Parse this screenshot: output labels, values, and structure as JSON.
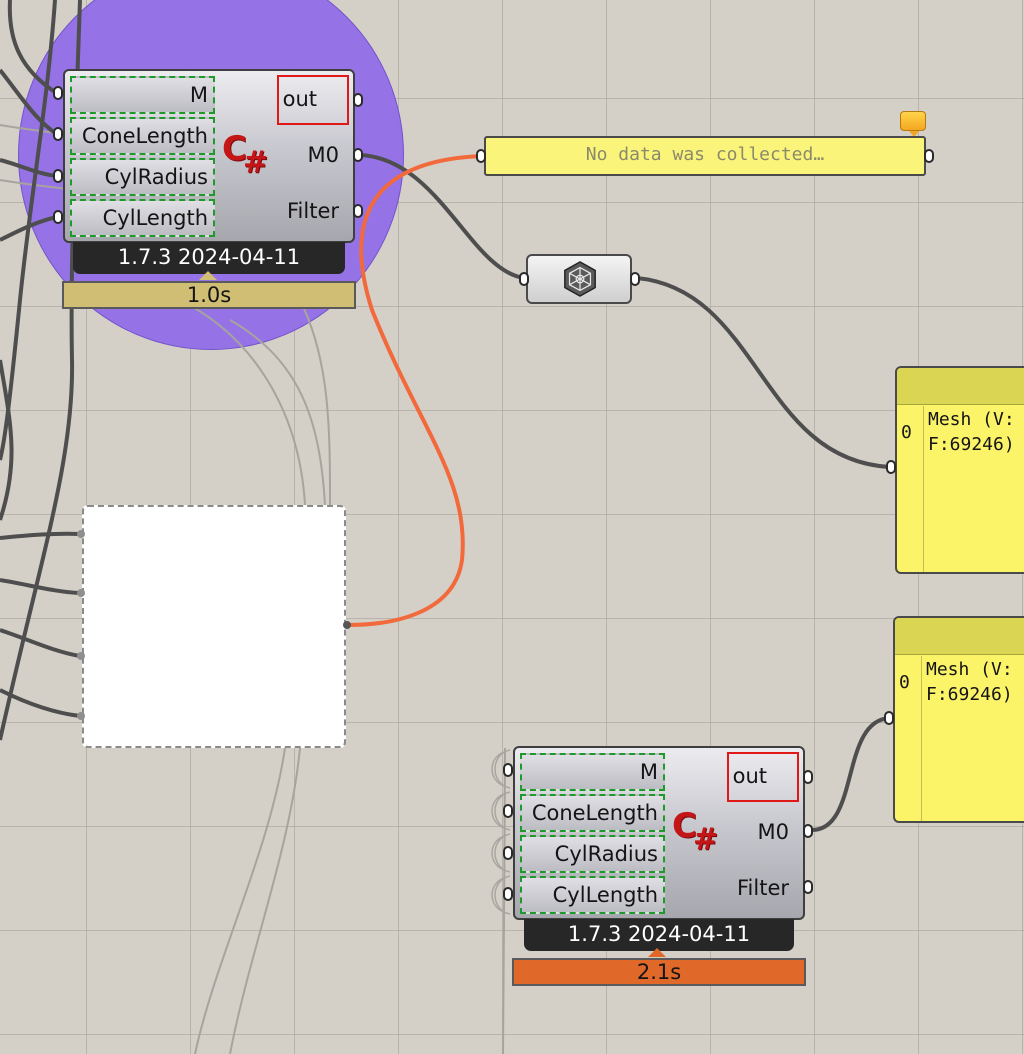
{
  "canvas": {
    "background": "#d4d0c8",
    "wire_dark": "#4e4e4e",
    "wire_light": "#a7a49d",
    "wire_selected": "#f26a3c"
  },
  "components": [
    {
      "inputs": [
        "M",
        "ConeLength",
        "CylRadius",
        "CylLength"
      ],
      "outputs": [
        "out",
        "M0",
        "Filter"
      ],
      "version": "1.7.3 2024-04-11",
      "timer": "1.0s",
      "timer_color": "#cfbe73"
    },
    {
      "inputs": [
        "M",
        "ConeLength",
        "CylRadius",
        "CylLength"
      ],
      "outputs": [
        "out",
        "M0",
        "Filter"
      ],
      "version": "1.7.3 2024-04-11",
      "timer": "2.1s",
      "timer_color": "#e0692a"
    }
  ],
  "note_panel": {
    "text": "No data was collected…"
  },
  "mesh_component": {
    "icon": "mesh-icon"
  },
  "data_panels": [
    {
      "index": "0",
      "line1": "Mesh (V:",
      "line2": "F:69246)"
    },
    {
      "index": "0",
      "line1": "Mesh (V:",
      "line2": "F:69246)"
    }
  ]
}
